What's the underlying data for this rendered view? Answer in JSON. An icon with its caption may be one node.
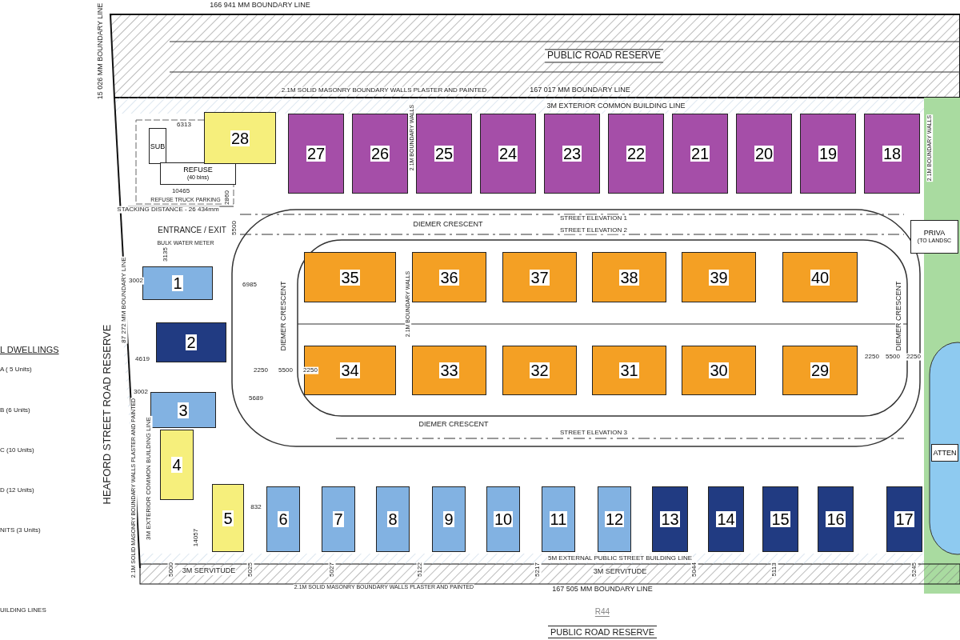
{
  "diagram": {
    "nodes": [
      {
        "text": [
          "SUB"
        ]
      },
      {
        "text": [
          "REFUSE",
          "(40 bins)"
        ]
      },
      {
        "text": [
          "28"
        ]
      },
      {
        "text": [
          "27"
        ]
      },
      {
        "text": [
          "26"
        ]
      },
      {
        "text": [
          "25"
        ]
      },
      {
        "text": [
          "24"
        ]
      },
      {
        "text": [
          "23"
        ]
      },
      {
        "text": [
          "22"
        ]
      },
      {
        "text": [
          "21"
        ]
      },
      {
        "text": [
          "20"
        ]
      },
      {
        "text": [
          "19"
        ]
      },
      {
        "text": [
          "18"
        ]
      },
      {
        "text": [
          "PRIVA",
          "(TO LANDSC"
        ]
      },
      {
        "text": [
          "1"
        ]
      },
      {
        "text": [
          "35"
        ]
      },
      {
        "text": [
          "36"
        ]
      },
      {
        "text": [
          "37"
        ]
      },
      {
        "text": [
          "38"
        ]
      },
      {
        "text": [
          "39"
        ]
      },
      {
        "text": [
          "40"
        ]
      },
      {
        "text": [
          "2"
        ]
      },
      {
        "text": [
          "34"
        ]
      },
      {
        "text": [
          "33"
        ]
      },
      {
        "text": [
          "32"
        ]
      },
      {
        "text": [
          "31"
        ]
      },
      {
        "text": [
          "30"
        ]
      },
      {
        "text": [
          "29"
        ]
      },
      {
        "text": [
          "3"
        ]
      },
      {
        "text": [
          "4"
        ]
      },
      {
        "text": [
          "5"
        ]
      },
      {
        "text": [
          "6"
        ]
      },
      {
        "text": [
          "7"
        ]
      },
      {
        "text": [
          "8"
        ]
      },
      {
        "text": [
          "9"
        ]
      },
      {
        "text": [
          "10"
        ]
      },
      {
        "text": [
          "11"
        ]
      },
      {
        "text": [
          "12"
        ]
      },
      {
        "text": [
          "13"
        ]
      },
      {
        "text": [
          "14"
        ]
      },
      {
        "text": [
          "15"
        ]
      },
      {
        "text": [
          "16"
        ]
      },
      {
        "text": [
          "17"
        ]
      },
      {
        "text": [
          "ATTEN"
        ]
      }
    ],
    "labels": [
      "166 941 MM BOUNDARY LINE",
      "15 026 MM BOUNDARY LINE",
      "PUBLIC ROAD RESERVE",
      "2.1M SOLID MASONRY BOUNDARY WALLS PLASTER AND PAINTED",
      "167 017 MM BOUNDARY LINE",
      "3M EXTERIOR COMMON BUILDING LINE",
      "6313",
      "2.1M BOUNDARY WALLS",
      "2.1M BOUNDARY WALLS",
      "10465",
      "REFUSE TRUCK PARKING",
      "2860",
      "STACKING DISTANCE - 26 434mm",
      "5500",
      "ENTRANCE / EXIT",
      "STREET ELEVATION 1",
      "DIEMER CRESCENT",
      "STREET ELEVATION 2",
      "BULK WATER METER",
      "3135",
      "3002",
      "6985",
      "87 272 MM BOUNDARY LINE",
      "DIEMER CRESCENT",
      "2.1M BOUNDARY WALLS",
      "DIEMER CRESCENT",
      "HEAFORD STREET ROAD RESERVE",
      "4619",
      "2250",
      "5500",
      "2250",
      "2250",
      "5500",
      "2250",
      "5689",
      "3002",
      "DIEMER CRESCENT",
      "STREET ELEVATION 3",
      "2.1M SOLID MASONRY BOUNDARY WALLS PLASTER AND PAINTED",
      "3M EXTERIOR COMMON BUILDING LINE",
      "832",
      "14057",
      "5000",
      "3M SERVITUDE",
      "5025",
      "5027",
      "5122",
      "5217",
      "5044",
      "5113",
      "5245",
      "5M EXTERNAL PUBLIC STREET BUILDING LINE",
      "3M SERVITUDE",
      "2.1M SOLID MASONRY BOUNDARY WALLS PLASTER AND PAINTED",
      "167 505 MM BOUNDARY LINE",
      "R44",
      "PUBLIC ROAD RESERVE",
      "L DWELLINGS",
      "A ( 5 Units)",
      "B (6 Units)",
      "C (10 Units)",
      "D (12 Units)",
      "NITS (3 Units)",
      "UILDING LINES"
    ]
  }
}
